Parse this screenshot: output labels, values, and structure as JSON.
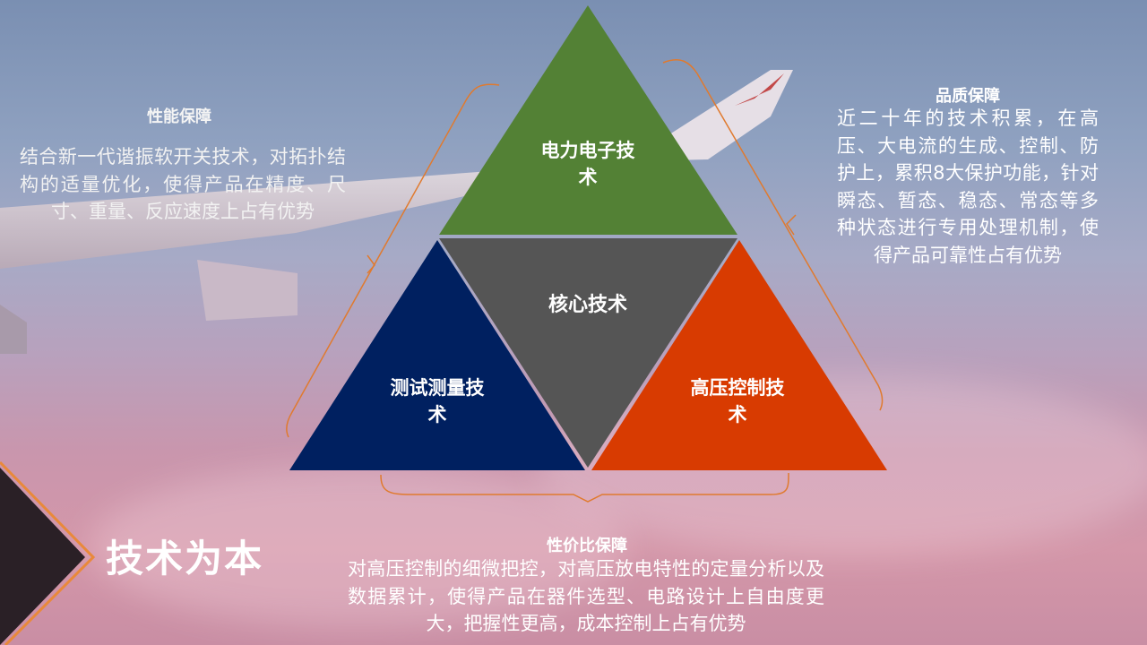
{
  "triangles": {
    "top": {
      "label": "电力电子技\n术",
      "color": "#538135"
    },
    "center": {
      "label": "核心技术",
      "color": "#555555"
    },
    "left": {
      "label": "测试测量技\n术",
      "color": "#002060"
    },
    "right": {
      "label": "高压控制技\n术",
      "color": "#d83b01"
    }
  },
  "performance": {
    "title": "性能保障",
    "body": "结合新一代谐振软开关技术，对拓扑结构的适量优化，使得产品在精度、尺寸、重量、反应速度上占有优势"
  },
  "quality": {
    "title": "品质保障",
    "body": "近二十年的技术积累，在高压、大电流的生成、控制、防护上，累积8大保护功能，针对瞬态、暂态、稳态、常态等多种状态进行专用处理机制，使得产品可靠性占有优势"
  },
  "cost": {
    "title": "性价比保障",
    "body": "对高压控制的细微把控，对高压放电特性的定量分析以及数据累计，使得产品在器件选型、电路设计上自由度更大，把握性更高，成本控制上占有优势"
  },
  "main_title": "技术为本",
  "colors": {
    "bracket": "#e07a2e",
    "corner_dark": "#2a2026",
    "corner_orange": "#e9893a"
  }
}
